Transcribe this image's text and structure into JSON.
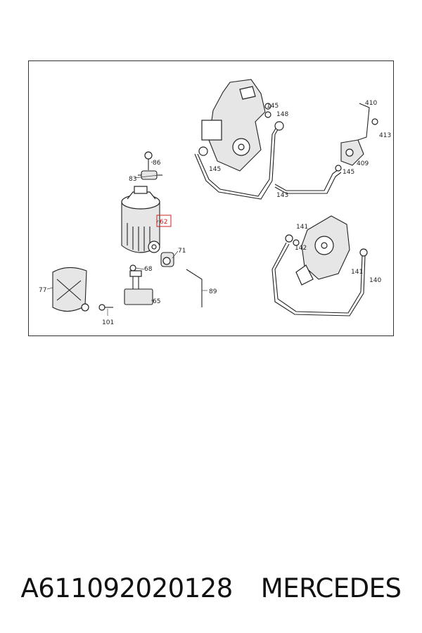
{
  "diagram": {
    "callouts": [
      {
        "id": "c86",
        "label": "86"
      },
      {
        "id": "c83",
        "label": "83"
      },
      {
        "id": "c62",
        "label": "62"
      },
      {
        "id": "c71",
        "label": "71"
      },
      {
        "id": "c68",
        "label": "68"
      },
      {
        "id": "c65",
        "label": "65"
      },
      {
        "id": "c77",
        "label": "77"
      },
      {
        "id": "c101",
        "label": "101"
      },
      {
        "id": "c89",
        "label": "89"
      },
      {
        "id": "c145a",
        "label": "145"
      },
      {
        "id": "c148",
        "label": "148"
      },
      {
        "id": "c145b",
        "label": "145"
      },
      {
        "id": "c143",
        "label": "143"
      },
      {
        "id": "c410",
        "label": "410"
      },
      {
        "id": "c413",
        "label": "413"
      },
      {
        "id": "c409",
        "label": "409"
      },
      {
        "id": "c145c",
        "label": "145"
      },
      {
        "id": "c141a",
        "label": "141"
      },
      {
        "id": "c142",
        "label": "142"
      },
      {
        "id": "c141b",
        "label": "141"
      },
      {
        "id": "c140",
        "label": "140"
      }
    ],
    "highlight_color": "#cc2222"
  },
  "caption": {
    "part_number": "A611092020128",
    "brand": "MERCEDES"
  }
}
